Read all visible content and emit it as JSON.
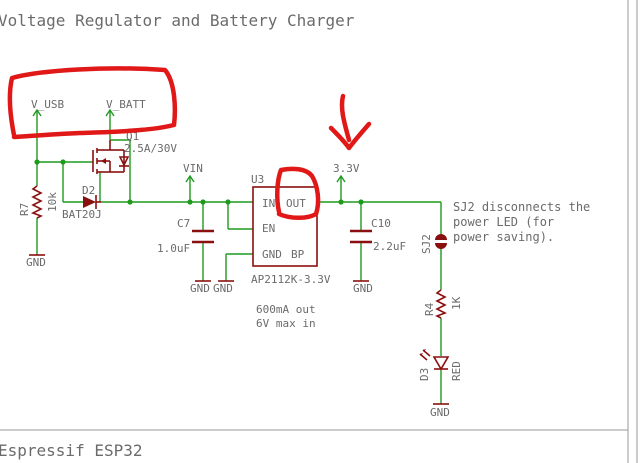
{
  "diagram": {
    "title": "Voltage Regulator and Battery Charger",
    "footer": "Espressif ESP32",
    "nets": {
      "v_usb": "V_USB",
      "v_batt": "V_BATT",
      "vin": "VIN",
      "v33": "3.3V",
      "gnd": "GND"
    },
    "parts": {
      "q1": {
        "ref": "Q1",
        "value": "2.5A/30V"
      },
      "r7": {
        "ref": "R7",
        "value": "10k"
      },
      "d2": {
        "ref": "D2",
        "value": "BAT20J"
      },
      "c7": {
        "ref": "C7",
        "value": "1.0uF"
      },
      "u3": {
        "ref": "U3",
        "value": "AP2112K-3.3V",
        "pins": {
          "in": "IN",
          "out": "OUT",
          "en": "EN",
          "gnd": "GND",
          "bp": "BP"
        },
        "note_line1": "600mA out",
        "note_line2": "6V max in"
      },
      "c10": {
        "ref": "C10",
        "value": "2.2uF"
      },
      "sj2": {
        "ref": "SJ2"
      },
      "r4": {
        "ref": "R4",
        "value": "1K"
      },
      "d3": {
        "ref": "D3",
        "value": "RED"
      }
    },
    "note_lines": [
      "SJ2 disconnects the",
      "power LED (for",
      "power saving)."
    ]
  },
  "colors": {
    "wire": "#1f9a1f",
    "part": "#8a1010",
    "text": "#6b6b6b",
    "annotation": "#e01818"
  }
}
